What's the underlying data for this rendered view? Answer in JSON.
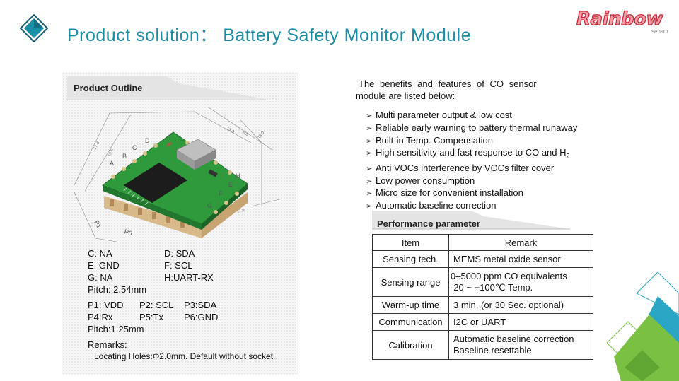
{
  "header": {
    "title": "Product  solution：  Battery  Safety  Monitor  Module",
    "logo_text": "Rainbow",
    "logo_sub": "sensor"
  },
  "left": {
    "section_label": "Product Outline",
    "drawing": {
      "dims": [
        "17.8",
        "15.6",
        "13.0",
        "8.5",
        "13.0",
        "17.8"
      ],
      "letters": [
        "A",
        "B",
        "C",
        "D",
        "E",
        "F",
        "G",
        "H"
      ],
      "pin_labels": [
        "P1",
        "P6"
      ]
    },
    "pins": {
      "row1": [
        "C: NA",
        "D: SDA"
      ],
      "row2": [
        "E: GND",
        "F: SCL"
      ],
      "row3": [
        "G: NA",
        "H:UART-RX"
      ],
      "pitch1": "Pitch: 2.54mm",
      "row4": [
        "P1: VDD",
        "P2: SCL",
        "P3:SDA"
      ],
      "row5": [
        "P4:Rx",
        "P5:Tx",
        "P6:GND"
      ],
      "pitch2": "Pitch:1.25mm",
      "remarks_title": "Remarks:",
      "remarks_text": "Locating Holes:Φ2.0mm. Default without socket."
    }
  },
  "right": {
    "intro_line1": "The benefits and features of CO sensor",
    "intro_line2": "module are listed below:",
    "benefits": [
      "Multi parameter output & low cost",
      "Reliable early warning to battery thermal runaway",
      "Built-in Temp. Compensation",
      "High sensitivity and fast response to CO and H",
      "Anti VOCs interference by VOCs filter cover",
      "Low power consumption",
      "Micro size for convenient installation",
      "Automatic baseline correction"
    ],
    "benefit_sub": "2",
    "perf_label": "Performance parameter",
    "table": {
      "headers": [
        "Item",
        "Remark"
      ],
      "rows": [
        {
          "item": "Sensing tech.",
          "remark": [
            "MEMS metal oxide sensor"
          ]
        },
        {
          "item": "Sensing range",
          "remark": [
            "0–5000 ppm CO equivalents",
            "-20 ~ +100℃  Temp."
          ]
        },
        {
          "item": "Warm-up time",
          "remark": [
            "3 min. (or 30 Sec. optional)"
          ]
        },
        {
          "item": "Communication",
          "remark": [
            "I2C or UART"
          ]
        },
        {
          "item": "Calibration",
          "remark": [
            "Automatic baseline correction",
            "Baseline resettable"
          ]
        }
      ]
    }
  },
  "colors": {
    "title": "#1a8ea6",
    "pcb": "#2e9a3c",
    "logo_fill": "#f4a0a8",
    "logo_stroke": "#c62a39",
    "corner_green": "#7ac143",
    "corner_blue": "#2aa5c4"
  }
}
